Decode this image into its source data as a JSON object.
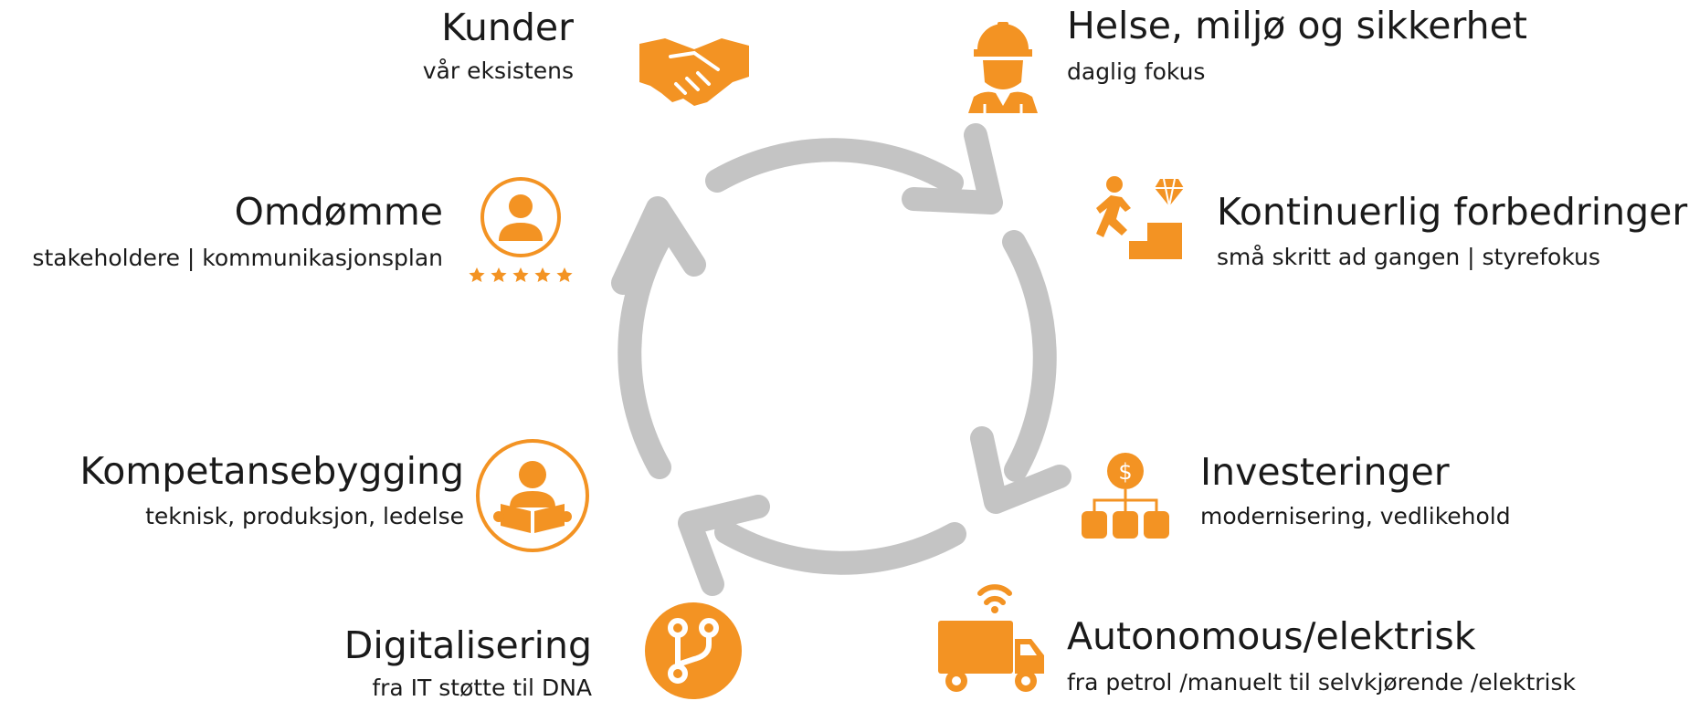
{
  "colors": {
    "accent": "#F39323",
    "arrows": "#C4C4C4",
    "text": "#1a1a1a"
  },
  "items": [
    {
      "title": "Kunder",
      "subtitle": "vår eksistens",
      "icon": "handshake-icon"
    },
    {
      "title": "Helse, miljø og sikkerhet",
      "subtitle": "daglig fokus",
      "icon": "worker-helmet-icon"
    },
    {
      "title": "Kontinuerlig forbedringer",
      "subtitle": "små skritt ad gangen | styrefokus",
      "icon": "climbing-steps-diamond-icon"
    },
    {
      "title": "Investeringer",
      "subtitle": "modernisering, vedlikehold",
      "icon": "dollar-hierarchy-icon"
    },
    {
      "title": "Autonomous/elektrisk",
      "subtitle": "fra petrol /manuelt til selvkjørende /elektrisk",
      "icon": "connected-truck-icon"
    },
    {
      "title": "Digitalisering",
      "subtitle": "fra IT støtte til DNA",
      "icon": "git-branch-icon"
    },
    {
      "title": "Kompetansebygging",
      "subtitle": "teknisk, produksjon, ledelse",
      "icon": "reading-person-icon"
    },
    {
      "title": "Omdømme",
      "subtitle": "stakeholdere | kommunikasjonsplan",
      "icon": "person-rating-icon"
    }
  ]
}
